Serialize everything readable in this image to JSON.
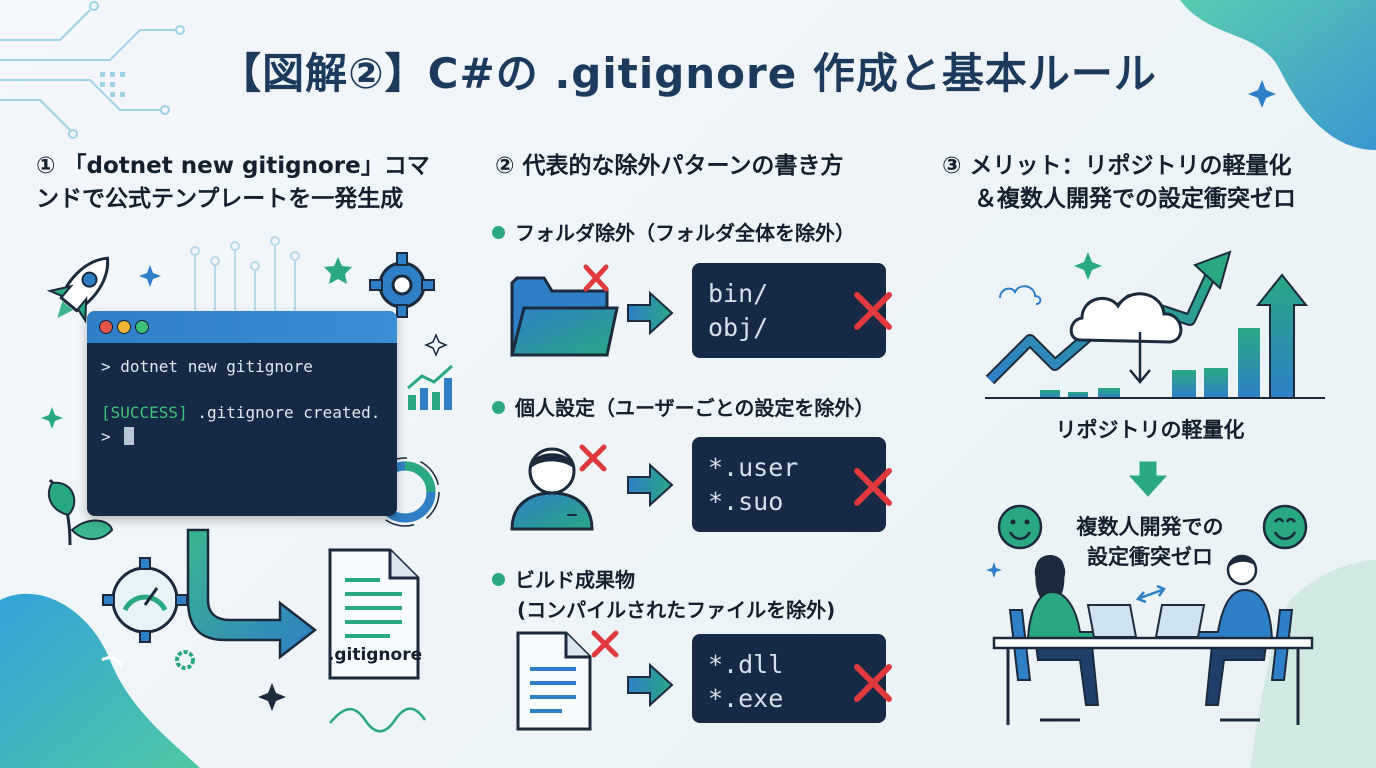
{
  "title": "【図解②】C#の .gitignore 作成と基本ルール",
  "section1": {
    "heading_line1": "① 「dotnet new gitignore」コマ",
    "heading_line2": "ンドで公式テンプレートを一発生成",
    "terminal": {
      "command": "> dotnet new gitignore",
      "success_tag": "[SUCCESS]",
      "success_msg": " .gitignore created.",
      "prompt": ">"
    },
    "file_label": ".gitignore"
  },
  "section2": {
    "heading": "② 代表的な除外パターンの書き方",
    "groups": [
      {
        "title": "フォルダ除外（フォルダ全体を除外）",
        "lines": [
          "bin/",
          "obj/"
        ]
      },
      {
        "title": "個人設定（ユーザーごとの設定を除外）",
        "lines": [
          "*.user",
          "*.suo"
        ]
      },
      {
        "title_line1": "ビルド成果物",
        "title_line2": "(コンパイルされたファイルを除外)",
        "lines": [
          "*.dll",
          "*.exe"
        ]
      }
    ]
  },
  "section3": {
    "heading_line1": "③ メリット：リポジトリの軽量化",
    "heading_line2": "＆複数人開発での設定衝突ゼロ",
    "label1": "リポジトリの軽量化",
    "label2_line1": "複数人開発での",
    "label2_line2": "設定衝突ゼロ"
  },
  "colors": {
    "navy": "#172a45",
    "accent_green": "#2aa884",
    "accent_blue": "#2f7fc6",
    "red_x": "#e0393e"
  }
}
